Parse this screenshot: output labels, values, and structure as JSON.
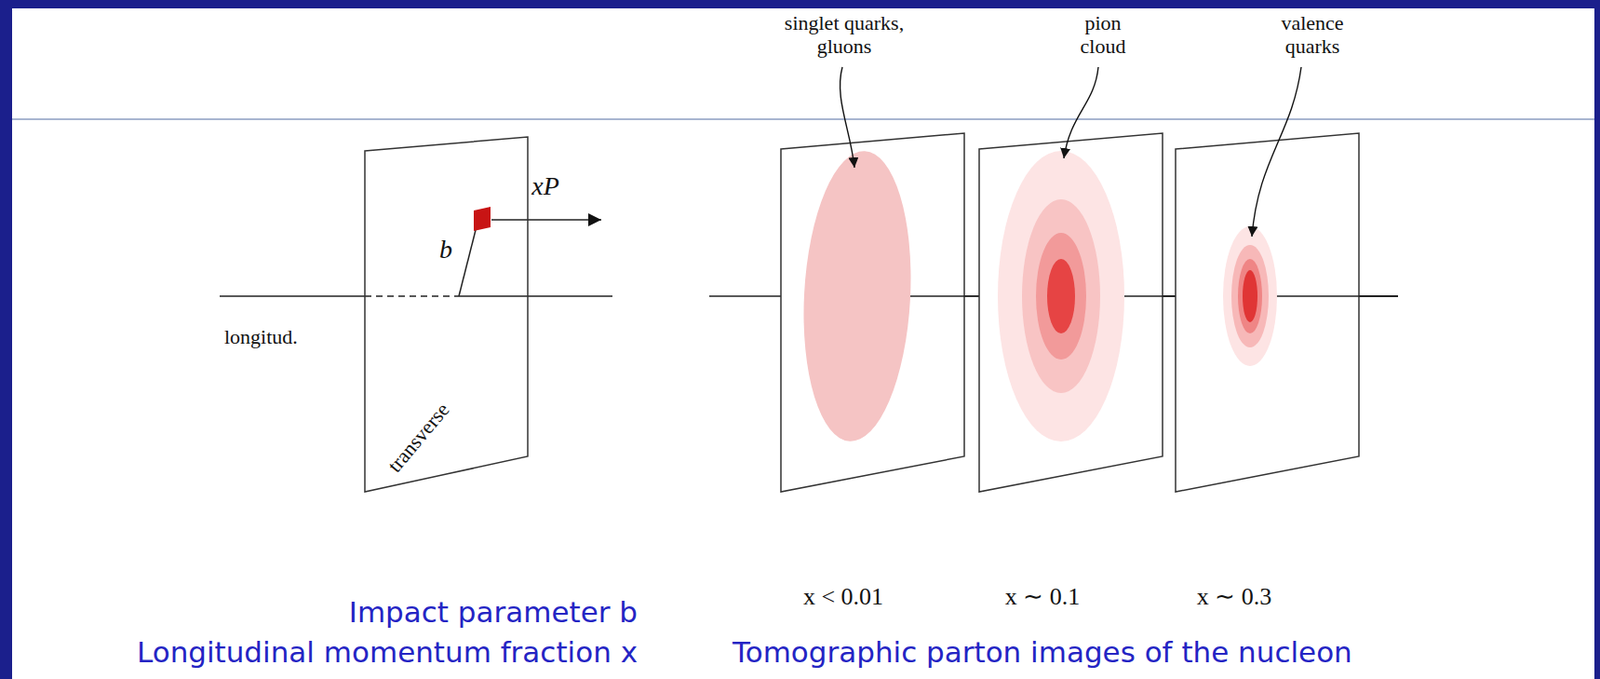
{
  "diagram": {
    "nodes": [
      {
        "text": [
          "transverse"
        ]
      }
    ],
    "labels": [
      "singlet quarks, gluons",
      "pion cloud",
      "valence quarks",
      "xP",
      "b",
      "longitud.",
      "x < 0.01",
      "x ∼ 0.1",
      "x ∼ 0.3",
      "Impact parameter b",
      "Longitudinal momentum fraction x",
      "Tomographic parton images of the nucleon"
    ]
  }
}
